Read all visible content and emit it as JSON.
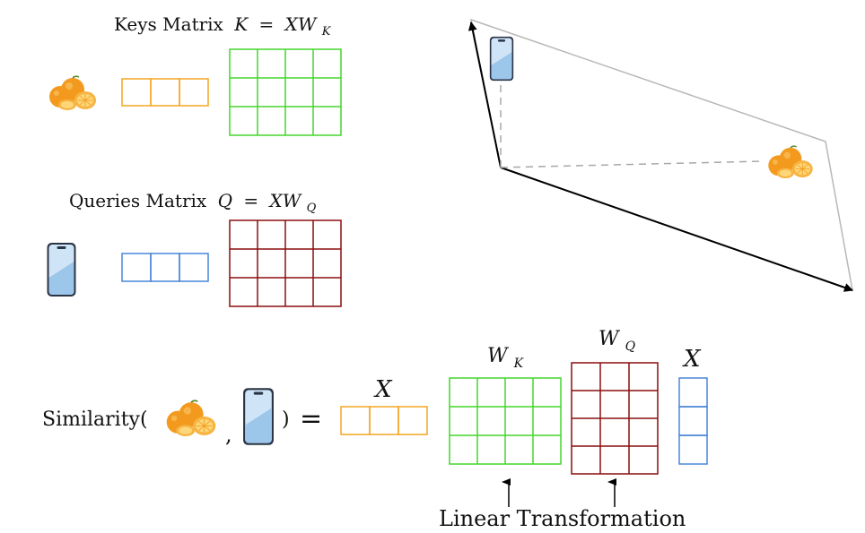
{
  "keys_title": "Keys Matrix",
  "keys_equation": {
    "lhs": "K",
    "eq": "=",
    "rhs": "XW",
    "sub": "K"
  },
  "queries_title": "Queries Matrix",
  "queries_equation": {
    "lhs": "Q",
    "eq": "=",
    "rhs": "XW",
    "sub": "Q"
  },
  "similarity": {
    "prefix": "Similarity(",
    "comma": ",",
    "suffix": ")",
    "equals": "="
  },
  "vec_x_label": "X",
  "wk_label": {
    "base": "W",
    "sub": "K"
  },
  "wq_label": {
    "base": "W",
    "sub": "Q"
  },
  "x_col_label": "X",
  "footer": "Linear Transformation",
  "colors": {
    "orange": "#f4a623",
    "blue": "#4a86d8",
    "green": "#44d62c",
    "darkred": "#8b0e0e",
    "gray": "#b8b8b8",
    "dashed": "#a8a8a8",
    "arrow": "#000000"
  },
  "icons": [
    "orange-icon",
    "phone-icon"
  ]
}
